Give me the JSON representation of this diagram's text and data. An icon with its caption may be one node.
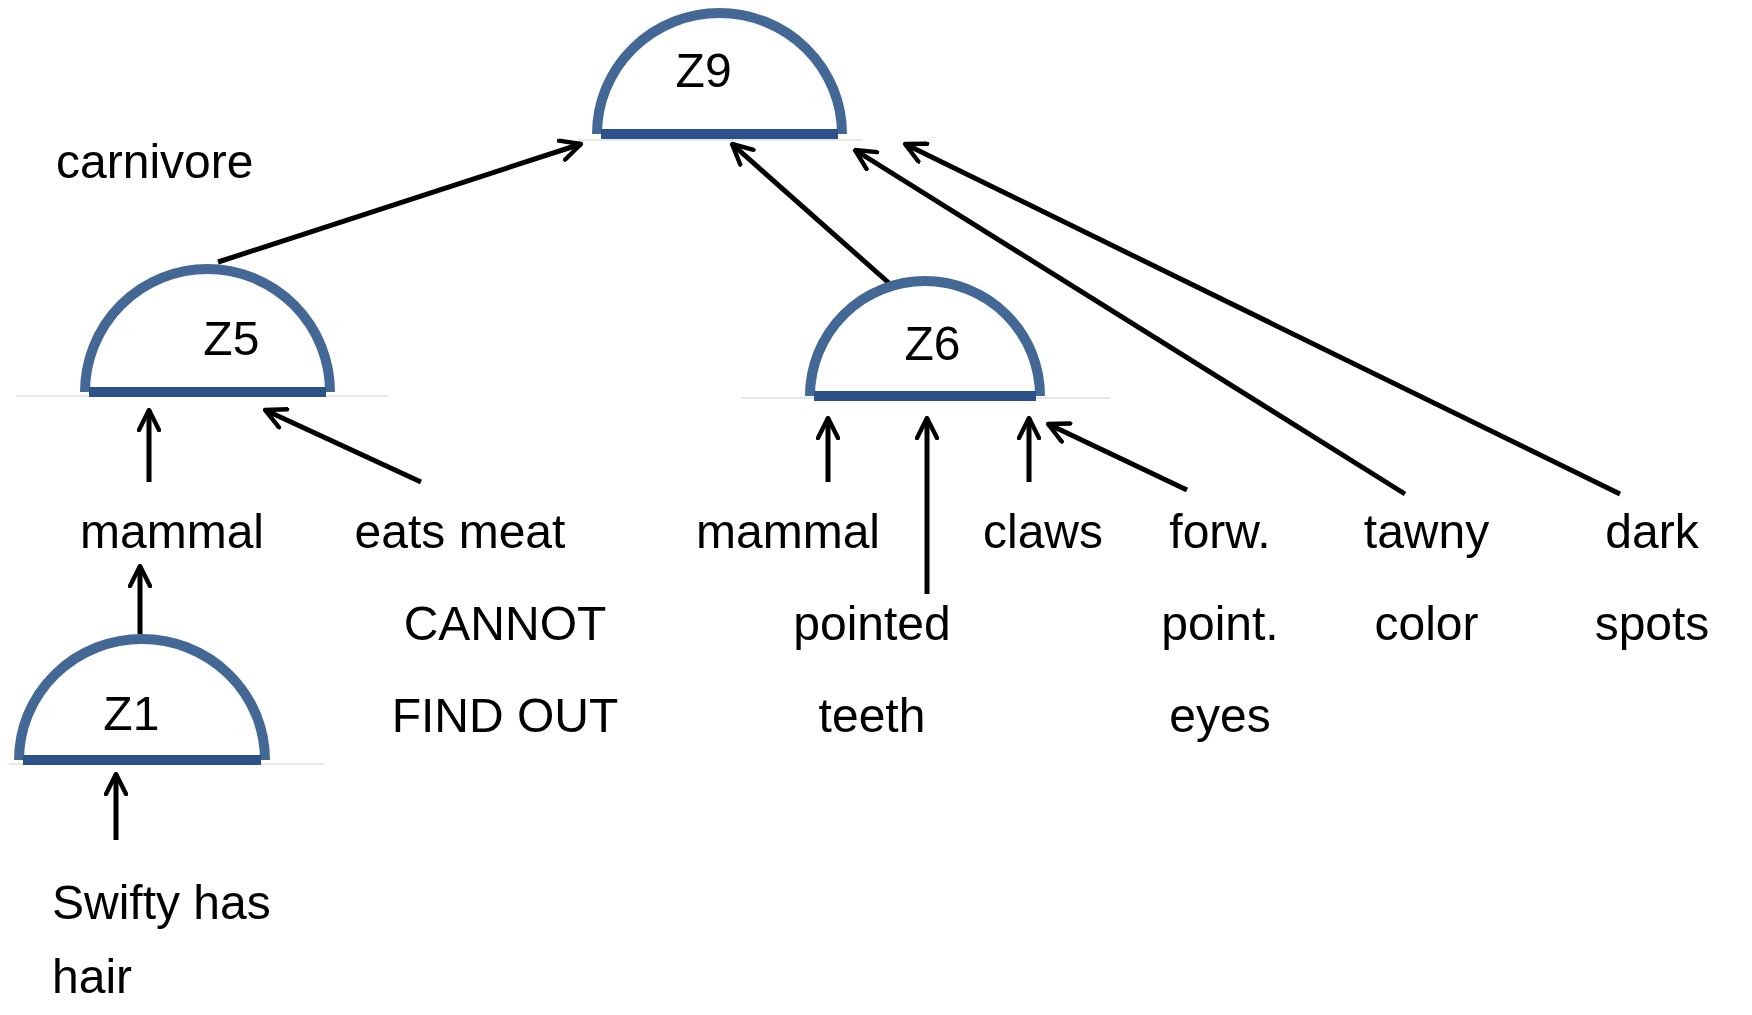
{
  "diagram": {
    "nodes": [
      {
        "text": [
          "Z9"
        ]
      },
      {
        "text": [
          "Z5"
        ]
      },
      {
        "text": [
          "Z6"
        ]
      },
      {
        "text": [
          "mammal"
        ]
      },
      {
        "text": [
          "eats meat"
        ]
      },
      {
        "text": [
          "Z1"
        ]
      },
      {
        "text": [
          "Swifty has hair"
        ]
      },
      {
        "text": [
          "mammal"
        ]
      },
      {
        "text": [
          "pointed teeth"
        ]
      },
      {
        "text": [
          "claws"
        ]
      },
      {
        "text": [
          "forw. point. eyes"
        ]
      },
      {
        "text": [
          "tawny color"
        ]
      },
      {
        "text": [
          "dark spots"
        ]
      }
    ],
    "edges": [
      {
        "from": 1,
        "to": 0,
        "arrow": "to"
      },
      {
        "from": 2,
        "to": 0,
        "arrow": "to"
      },
      {
        "from": 11,
        "to": 0,
        "arrow": "to"
      },
      {
        "from": 12,
        "to": 0,
        "arrow": "to"
      },
      {
        "from": 3,
        "to": 1,
        "arrow": "to"
      },
      {
        "from": 4,
        "to": 1,
        "arrow": "to"
      },
      {
        "from": 5,
        "to": 3,
        "arrow": "to"
      },
      {
        "from": 6,
        "to": 5,
        "arrow": "to"
      },
      {
        "from": 7,
        "to": 2,
        "arrow": "to"
      },
      {
        "from": 8,
        "to": 2,
        "arrow": "to"
      },
      {
        "from": 9,
        "to": 2,
        "arrow": "to"
      },
      {
        "from": 10,
        "to": 2,
        "arrow": "to"
      }
    ],
    "labels": [
      "carnivore",
      "CANNOT FIND OUT"
    ]
  }
}
